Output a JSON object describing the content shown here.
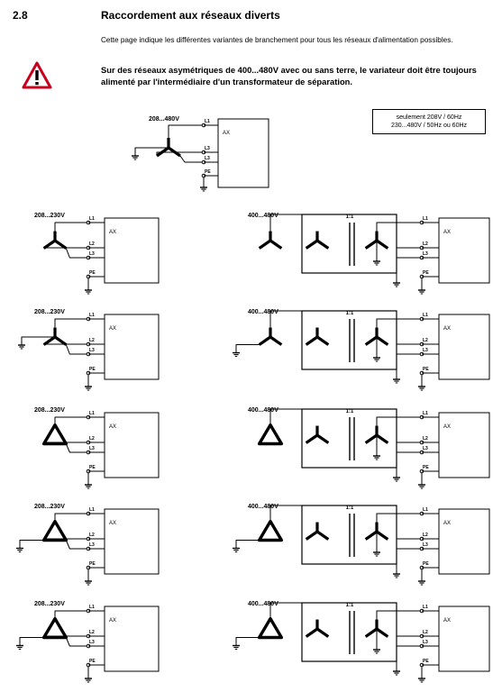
{
  "section": {
    "number": "2.8",
    "title": "Raccordement aux réseaux diverts",
    "intro": "Cette page indique les différentes variantes de branchement pour tous les réseaux d'alimentation possibles.",
    "warning": "Sur des réseaux asymétriques de 400...480V avec ou sans terre, le variateur doit être toujours alimenté par l'intermédiaire d'un transformateur de séparation.",
    "warning_icon": "warning-triangle-icon"
  },
  "note": {
    "line1": "seulement 208V / 60Hz",
    "line2": "230...480V / 50Hz ou 60Hz"
  },
  "labels": {
    "v_top": "208...480V",
    "v_left": "208...230V",
    "v_right": "400...480V",
    "device": "AX",
    "l1": "L1",
    "l2": "L2",
    "l3": "L3",
    "pe": "PE",
    "ratio": "1:1"
  }
}
